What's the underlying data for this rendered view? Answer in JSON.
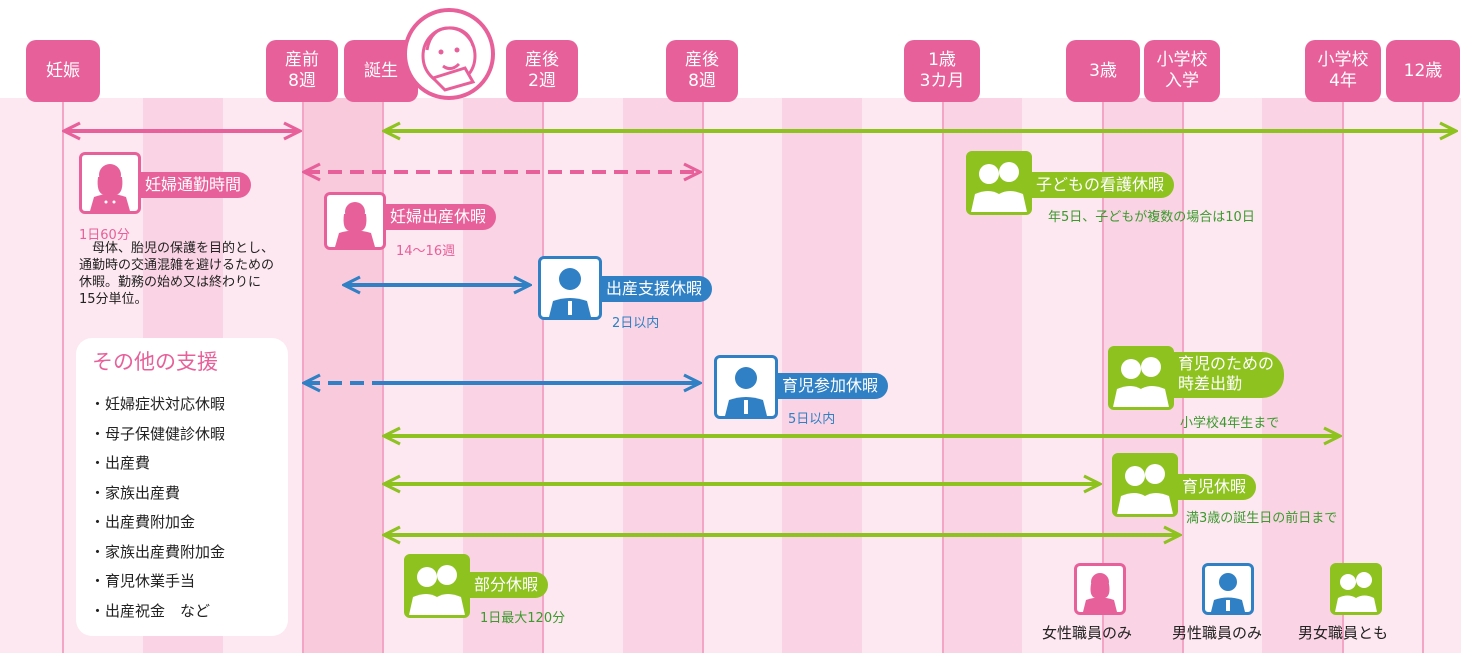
{
  "stages": {
    "pregnancy": "妊娠",
    "prenatal_8w_a": "産前",
    "prenatal_8w_b": "8週",
    "birth": "誕生",
    "postnatal_2w_a": "産後",
    "postnatal_2w_b": "2週",
    "postnatal_8w_a": "産後",
    "postnatal_8w_b": "8週",
    "age_1y3m_a": "1歳",
    "age_1y3m_b": "3カ月",
    "age_3": "3歳",
    "elementary_entry_a": "小学校",
    "elementary_entry_b": "入学",
    "elementary_4th_a": "小学校",
    "elementary_4th_b": "4年",
    "age_12": "12歳"
  },
  "leaves": {
    "commute": {
      "title": "妊婦通勤時間",
      "sub": "1日60分",
      "desc": [
        "　母体、胎児の保護を目的とし、通勤時の交通混雑を避けるための休暇。勤務の始め又は終わりに15分単位。"
      ]
    },
    "maternity": {
      "title": "妊婦出産休暇",
      "sub": "14〜16週"
    },
    "birth_support": {
      "title": "出産支援休暇",
      "sub": "2日以内"
    },
    "childcare_participation": {
      "title": "育児参加休暇",
      "sub": "5日以内"
    },
    "child_nursing": {
      "title": "子どもの看護休暇",
      "sub": "年5日、子どもが複数の場合は10日"
    },
    "staggered": {
      "title_1": "育児のための",
      "title_2": "時差出勤",
      "sub": "小学校4年生まで"
    },
    "childcare_leave": {
      "title": "育児休暇",
      "sub": "満3歳の誕生日の前日まで"
    },
    "partial": {
      "title": "部分休暇",
      "sub": "1日最大120分"
    }
  },
  "other_support": {
    "title": "その他の支援",
    "items": [
      "・妊婦症状対応休暇",
      "・母子保健健診休暇",
      "・出産費",
      "・家族出産費",
      "・出産費附加金",
      "・家族出産費附加金",
      "・育児休業手当",
      "・出産祝金　など"
    ]
  },
  "legend": {
    "female": "女性職員のみ",
    "male": "男性職員のみ",
    "both": "男女職員とも"
  },
  "colors": {
    "pink": "#e8609a",
    "blue": "#2f80c5",
    "green": "#8dc21f",
    "light_pink": "#fce4ee",
    "mid_pink": "#f8cfe0"
  }
}
